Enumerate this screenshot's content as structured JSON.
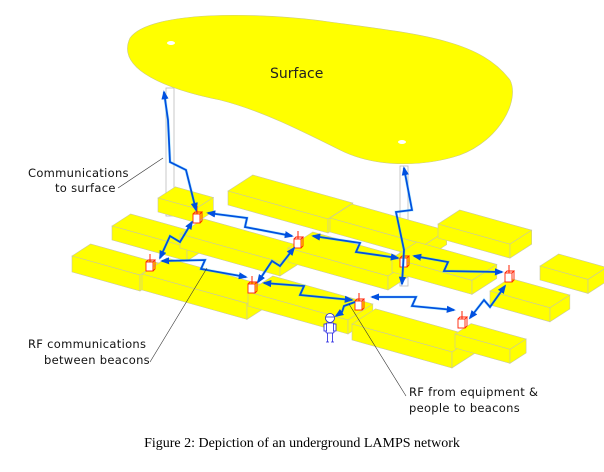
{
  "diagram": {
    "surface_label": "Surface",
    "labels": {
      "comm_to_surface": [
        "Communications",
        "to surface"
      ],
      "rf_between_beacons": [
        "RF communications",
        "between beacons"
      ],
      "rf_from_equipment": [
        "RF from equipment &",
        "people to beacons"
      ]
    },
    "colors": {
      "block_fill": "#ffff00",
      "block_edge": "#c8c8a0",
      "link": "#0050e0",
      "link_glow": "#40d0ff",
      "beacon": "#ff2000",
      "person": "#2020e0",
      "shaft": "#d0d0d0"
    }
  },
  "caption": "Figure 2: Depiction of an underground LAMPS network"
}
